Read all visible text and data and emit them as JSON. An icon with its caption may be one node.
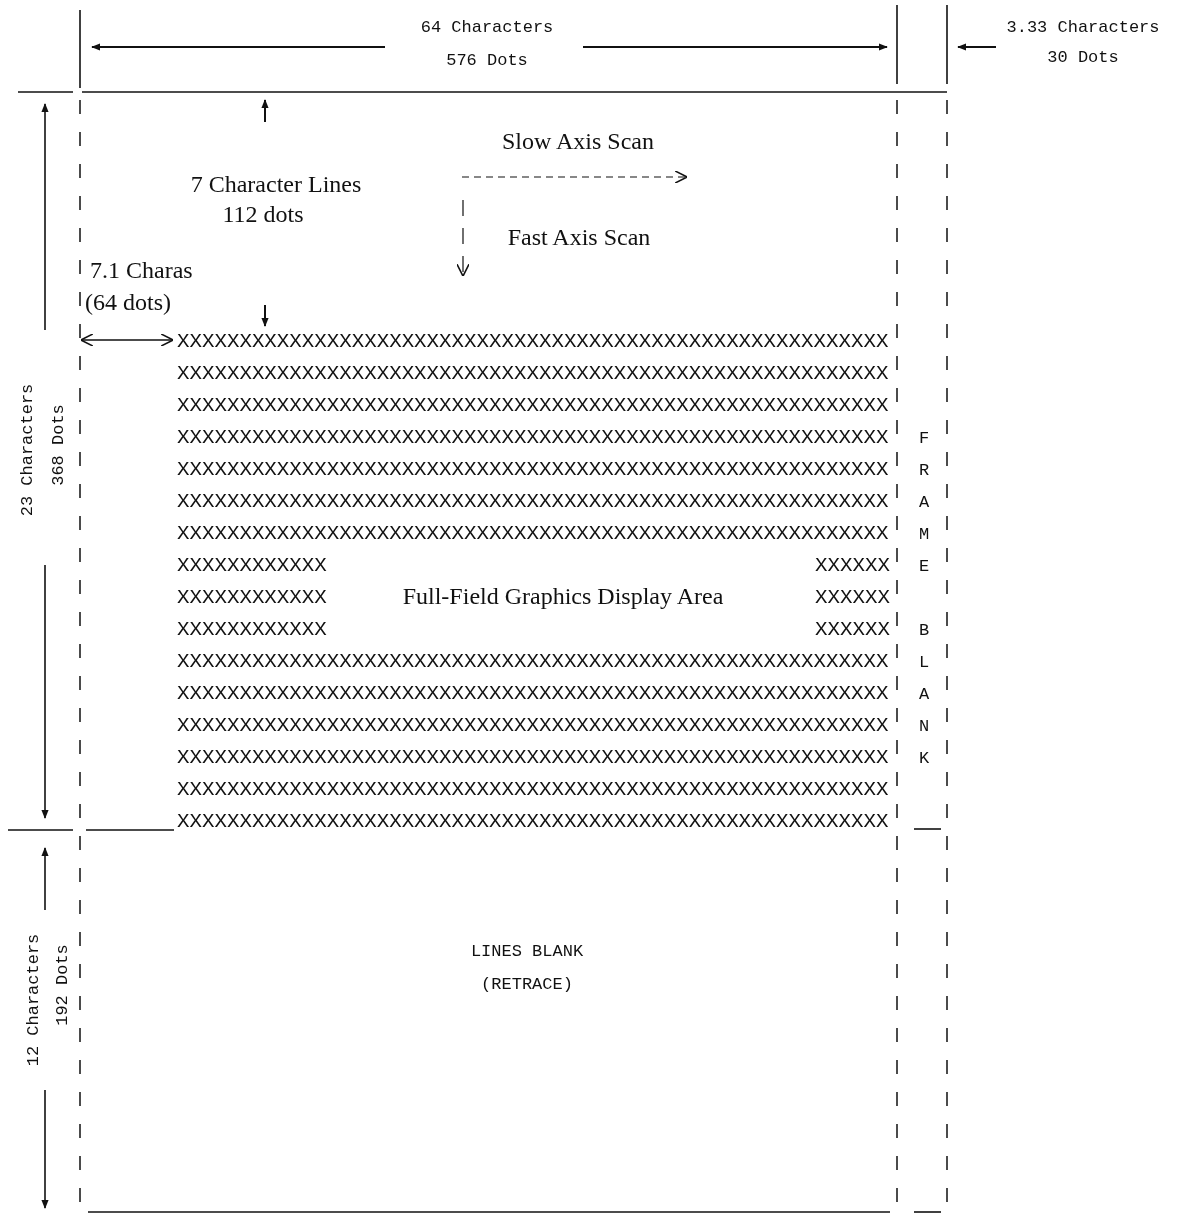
{
  "diagram": {
    "labels": [
      "64 Characters",
      "576 Dots",
      "3.33 Characters",
      "30 Dots",
      "Slow Axis Scan",
      "7 Character Lines",
      "112 dots",
      "Fast Axis Scan",
      "7.1 Charas",
      "(64 dots)",
      "23 Characters",
      "368 Dots",
      "XXXXXXXXXXXXXXXXXXXXXXXXXXXXXXXXXXXXXXXXXXXXXXXXXXXXXXXXX",
      "XXXXXXXXXXXXXXXXXXXXXXXXXXXXXXXXXXXXXXXXXXXXXXXXXXXXXXXXX",
      "XXXXXXXXXXXXXXXXXXXXXXXXXXXXXXXXXXXXXXXXXXXXXXXXXXXXXXXXX",
      "XXXXXXXXXXXXXXXXXXXXXXXXXXXXXXXXXXXXXXXXXXXXXXXXXXXXXXXXX",
      "F",
      "XXXXXXXXXXXXXXXXXXXXXXXXXXXXXXXXXXXXXXXXXXXXXXXXXXXXXXXXX",
      "R",
      "XXXXXXXXXXXXXXXXXXXXXXXXXXXXXXXXXXXXXXXXXXXXXXXXXXXXXXXXX",
      "A",
      "XXXXXXXXXXXXXXXXXXXXXXXXXXXXXXXXXXXXXXXXXXXXXXXXXXXXXXXXX",
      "M",
      "XXXXXXXXXXXX",
      "XXXXXX",
      "E",
      "XXXXXXXXXXXX",
      "Full-Field Graphics Display Area",
      "XXXXXX",
      "XXXXXXXXXXXX",
      "XXXXXX",
      "B",
      "XXXXXXXXXXXXXXXXXXXXXXXXXXXXXXXXXXXXXXXXXXXXXXXXXXXXXXXXX",
      "L",
      "XXXXXXXXXXXXXXXXXXXXXXXXXXXXXXXXXXXXXXXXXXXXXXXXXXXXXXXXX",
      "A",
      "XXXXXXXXXXXXXXXXXXXXXXXXXXXXXXXXXXXXXXXXXXXXXXXXXXXXXXXXX",
      "N",
      "XXXXXXXXXXXXXXXXXXXXXXXXXXXXXXXXXXXXXXXXXXXXXXXXXXXXXXXXX",
      "K",
      "XXXXXXXXXXXXXXXXXXXXXXXXXXXXXXXXXXXXXXXXXXXXXXXXXXXXXXXXX",
      "XXXXXXXXXXXXXXXXXXXXXXXXXXXXXXXXXXXXXXXXXXXXXXXXXXXXXXXXX",
      "12 Characters",
      "192 Dots",
      "LINES BLANK",
      "(RETRACE)"
    ]
  }
}
